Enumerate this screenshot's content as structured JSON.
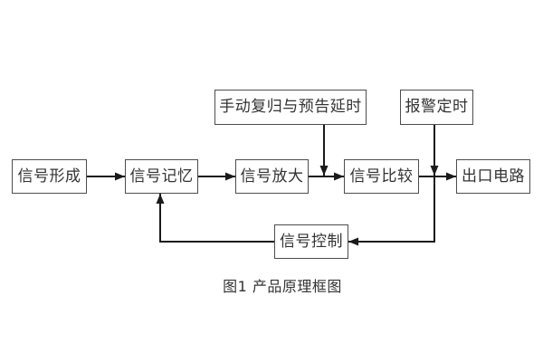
{
  "figure": {
    "caption": "图1 产品原理框图",
    "boxes": {
      "manual_reset_delay": "手动复归与预告延时",
      "alarm_timing": "报警定时",
      "signal_formation": "信号形成",
      "signal_memory": "信号记忆",
      "signal_amplification": "信号放大",
      "signal_comparison": "信号比较",
      "outlet_circuit": "出口电路",
      "signal_control": "信号控制"
    },
    "colors": {
      "background": "#ffffff",
      "box_border": "#4d4d4d",
      "box_fill": "#ffffff",
      "text": "#333333",
      "arrow": "#1a1a1a"
    }
  }
}
